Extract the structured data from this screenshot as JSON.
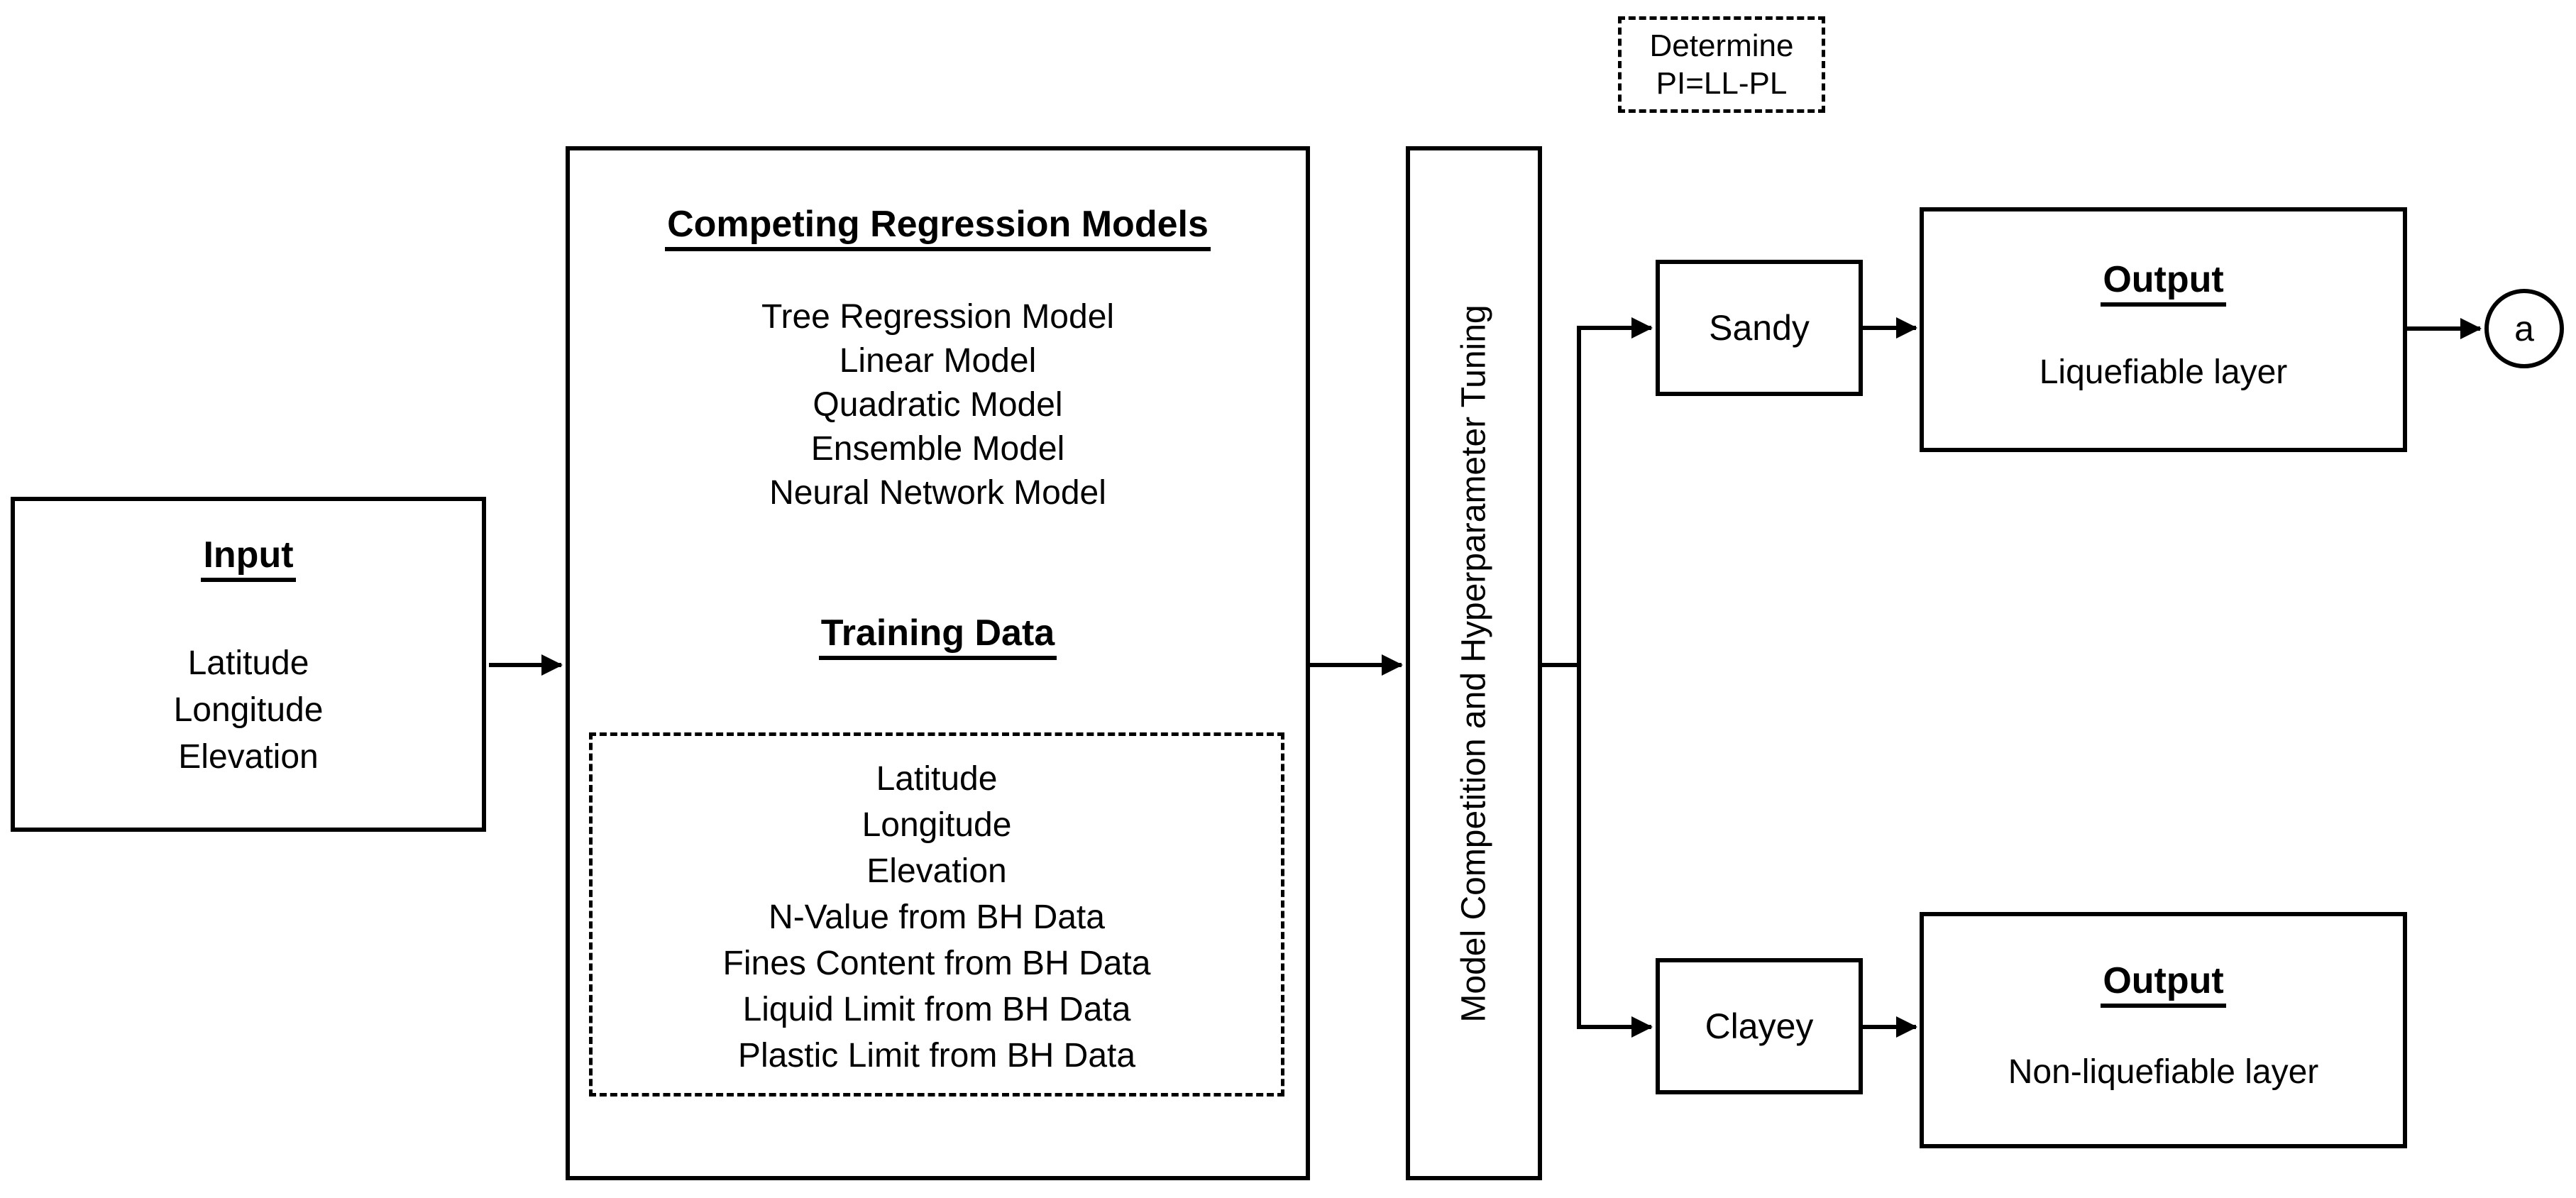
{
  "colors": {
    "ink": "#000000",
    "background": "#ffffff"
  },
  "diagram": {
    "input_box": {
      "title": "Input",
      "items": [
        "Latitude",
        "Longitude",
        "Elevation"
      ]
    },
    "models_box": {
      "title": "Competing Regression Models",
      "models": [
        "Tree Regression Model",
        "Linear Model",
        "Quadratic Model",
        "Ensemble Model",
        "Neural Network Model"
      ],
      "training_title": "Training Data",
      "training_items": [
        "Latitude",
        "Longitude",
        "Elevation",
        "N-Value from BH Data",
        "Fines Content from BH Data",
        "Liquid Limit from BH Data",
        "Plastic Limit from BH Data"
      ]
    },
    "tuning_box": {
      "label": "Model Competition and Hyperparameter Tuning"
    },
    "determine_note": {
      "line1": "Determine",
      "line2": "PI=LL-PL"
    },
    "sandy_box": {
      "label": "Sandy"
    },
    "clayey_box": {
      "label": "Clayey"
    },
    "output_liquefiable": {
      "title": "Output",
      "body": "Liquefiable layer"
    },
    "output_non_liquefiable": {
      "title": "Output",
      "body": "Non-liquefiable layer"
    },
    "connector_a": {
      "label": "a"
    }
  }
}
